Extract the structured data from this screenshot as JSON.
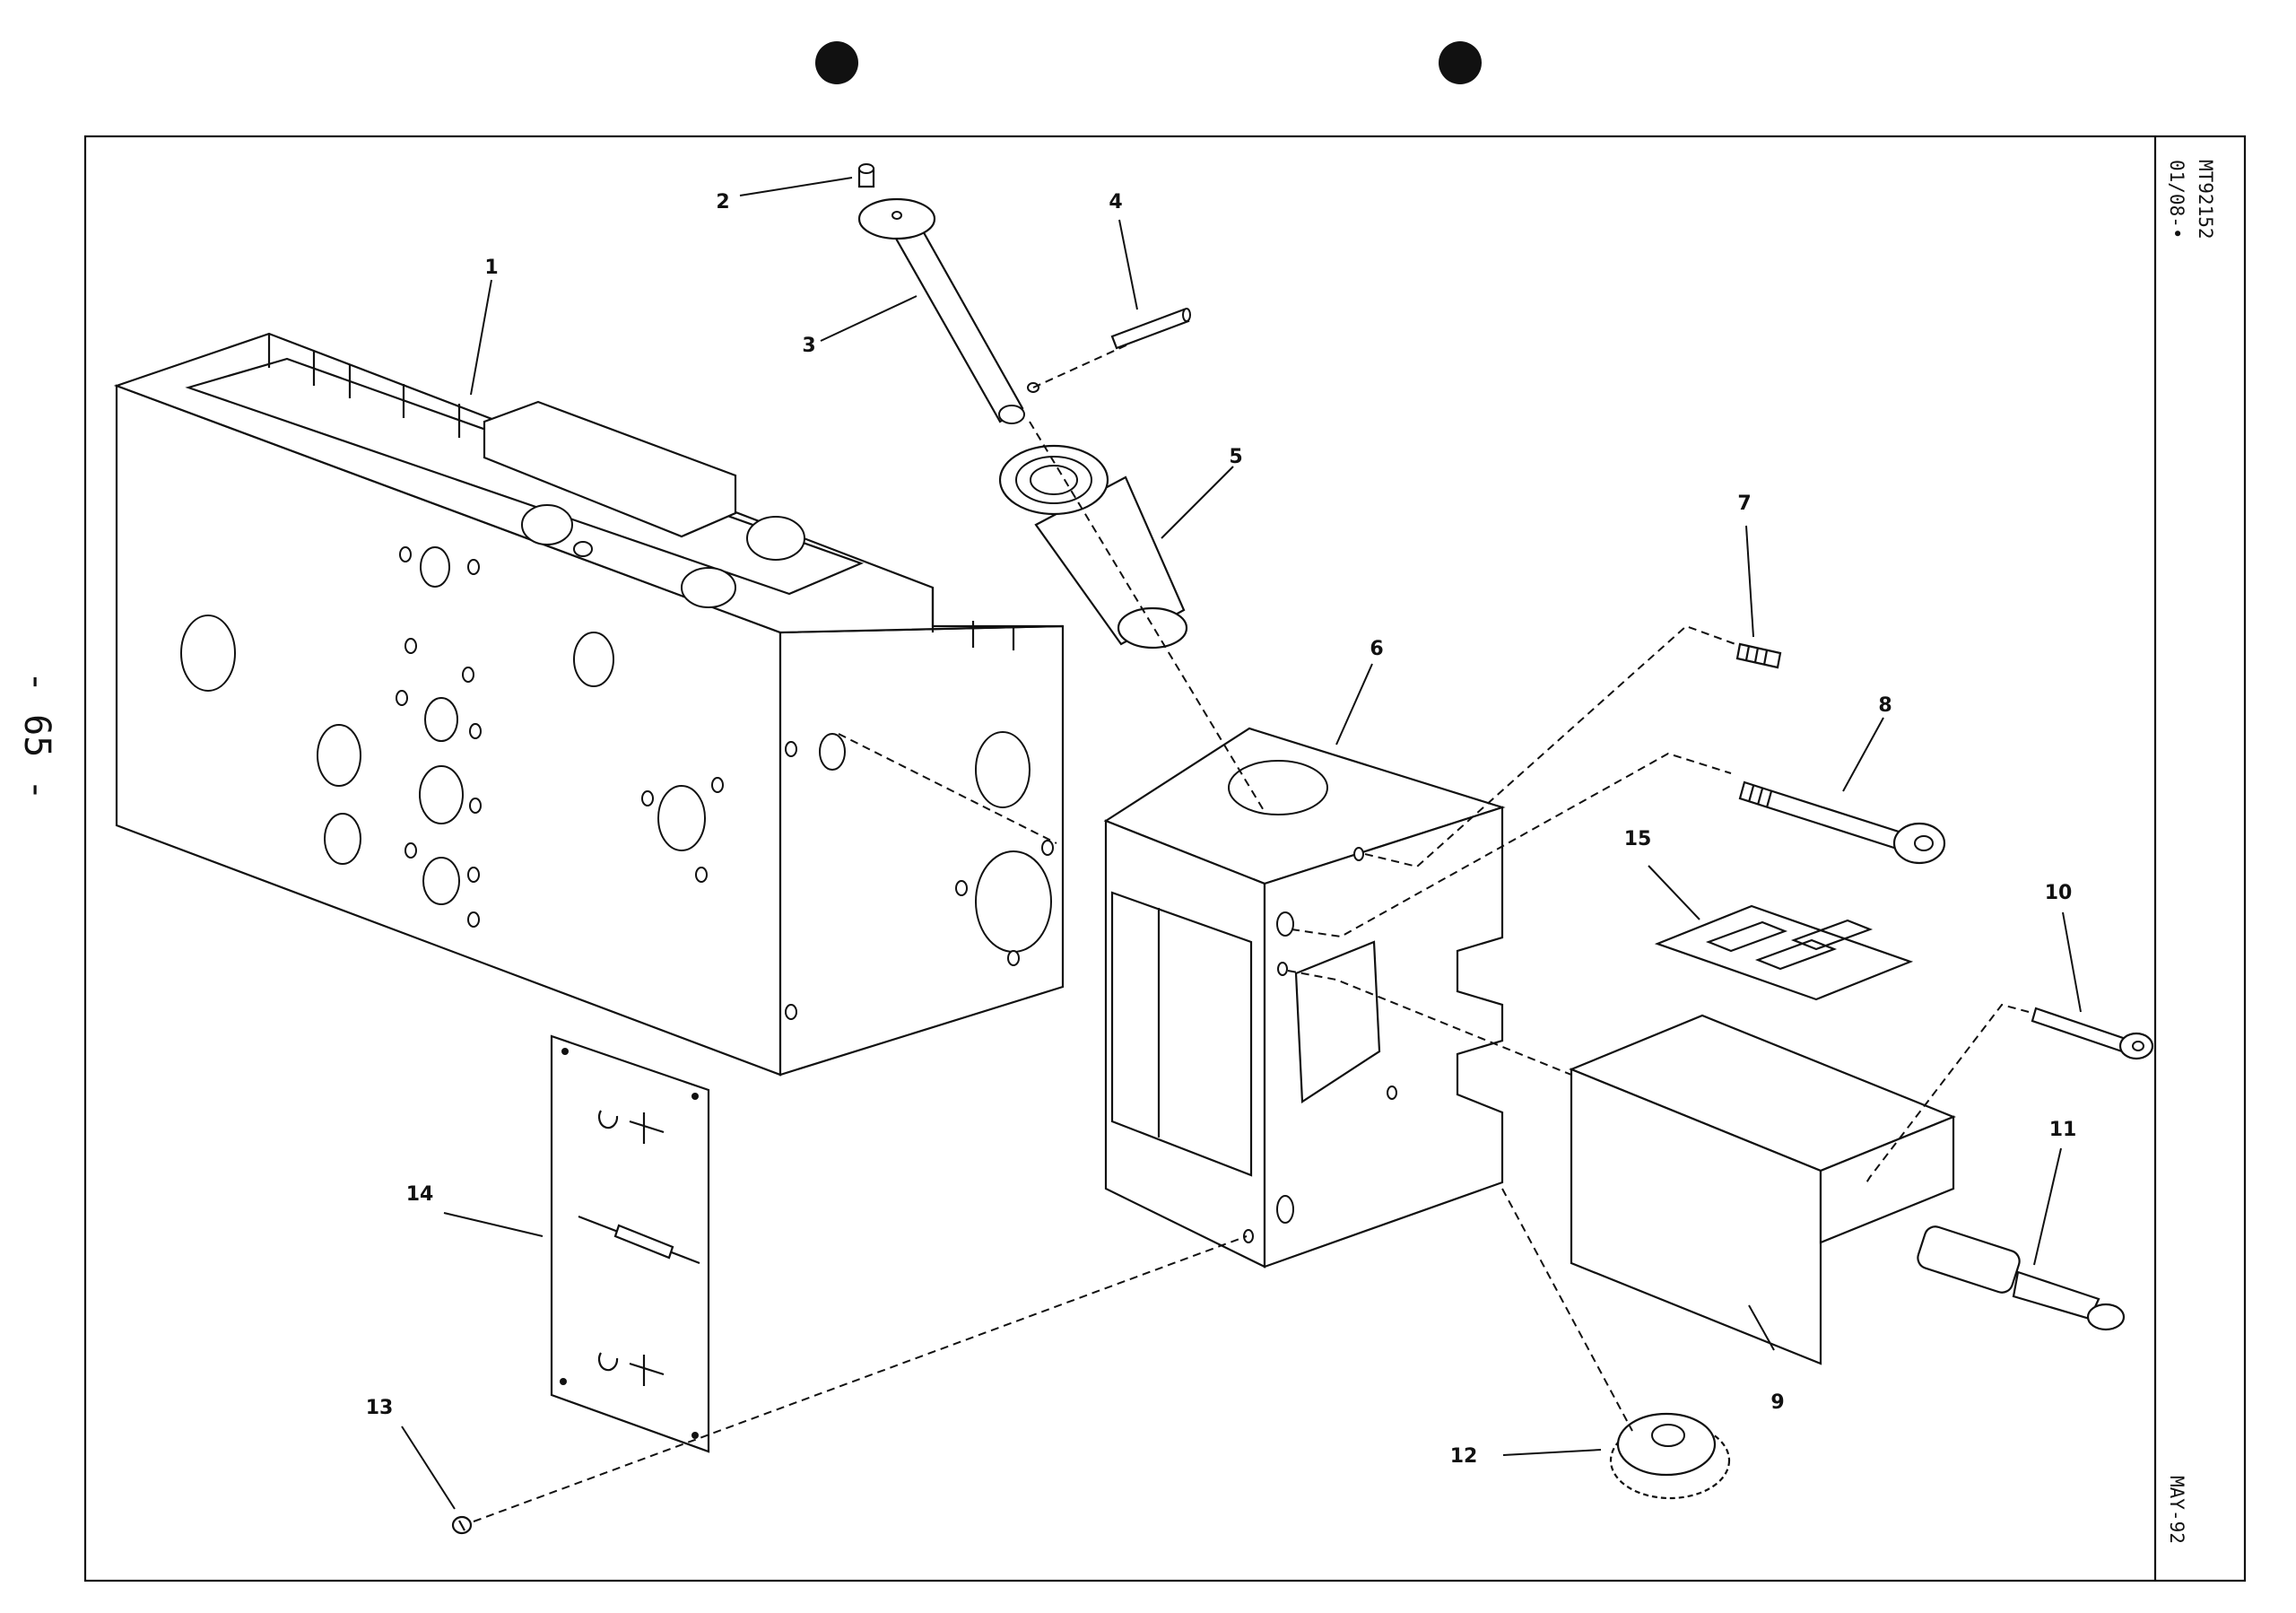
{
  "drawing": {
    "doc_number": "MT92152",
    "revision": "01/08-•",
    "date": "MAY-92",
    "page_number": "- 65 -"
  },
  "callouts": [
    {
      "id": "c1",
      "label": "1"
    },
    {
      "id": "c2",
      "label": "2"
    },
    {
      "id": "c3",
      "label": "3"
    },
    {
      "id": "c4",
      "label": "4"
    },
    {
      "id": "c5",
      "label": "5"
    },
    {
      "id": "c6",
      "label": "6"
    },
    {
      "id": "c7",
      "label": "7"
    },
    {
      "id": "c8",
      "label": "8"
    },
    {
      "id": "c9",
      "label": "9"
    },
    {
      "id": "c10",
      "label": "10"
    },
    {
      "id": "c11",
      "label": "11"
    },
    {
      "id": "c12",
      "label": "12"
    },
    {
      "id": "c13",
      "label": "13"
    },
    {
      "id": "c14",
      "label": "14"
    },
    {
      "id": "c15",
      "label": "15"
    }
  ]
}
